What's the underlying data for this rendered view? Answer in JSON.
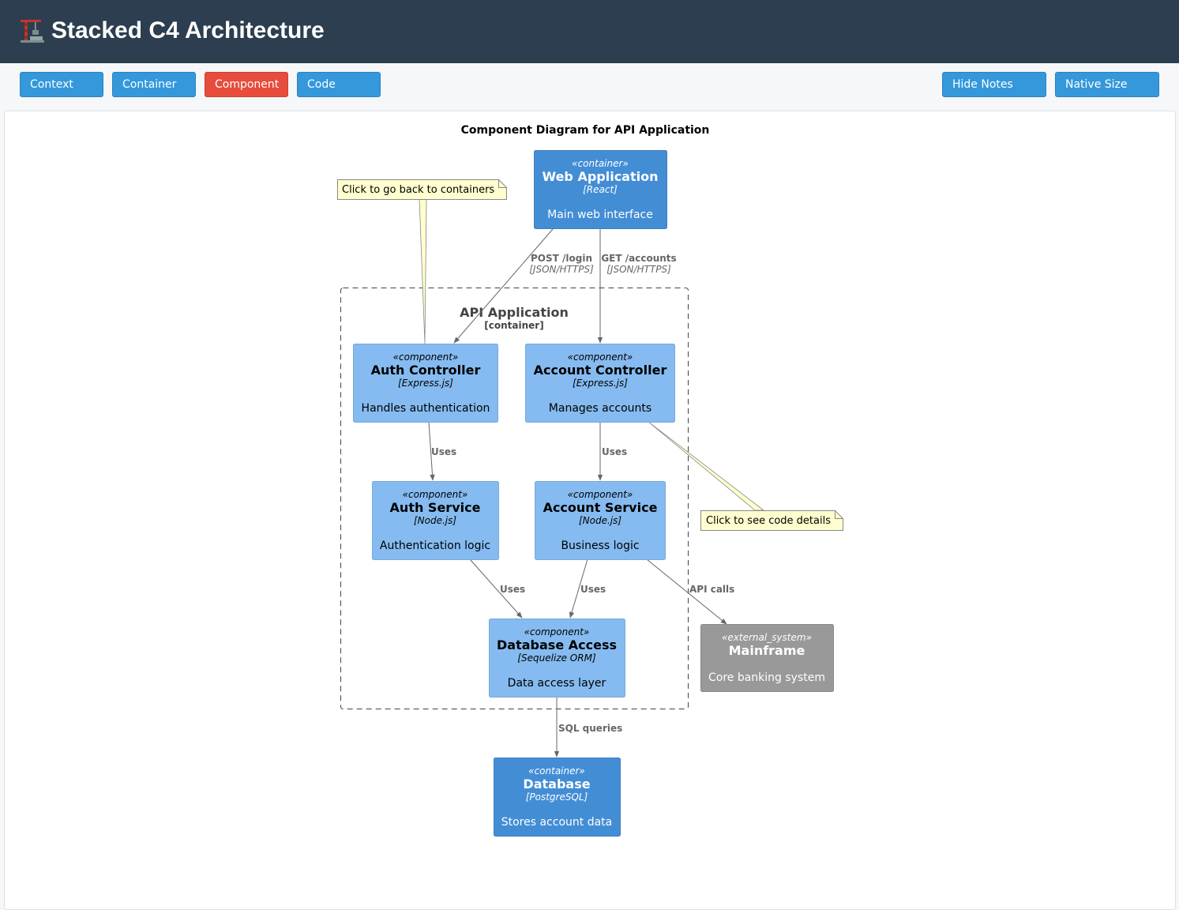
{
  "app": {
    "title": "Stacked C4 Architecture",
    "logo_icon": "crane-icon"
  },
  "toolbar": {
    "levels": [
      {
        "label": "Context",
        "active": false
      },
      {
        "label": "Container",
        "active": false
      },
      {
        "label": "Component",
        "active": true
      },
      {
        "label": "Code",
        "active": false
      }
    ],
    "hide_notes_label": "Hide Notes",
    "native_size_label": "Native Size"
  },
  "diagram": {
    "title": "Component Diagram for API Application",
    "boundary": {
      "name": "API Application",
      "type": "[container]"
    },
    "nodes": {
      "web_app": {
        "stereotype": "«container»",
        "name": "Web Application",
        "tech": "[React]",
        "desc": "Main web interface"
      },
      "auth_controller": {
        "stereotype": "«component»",
        "name": "Auth Controller",
        "tech": "[Express.js]",
        "desc": "Handles authentication"
      },
      "account_controller": {
        "stereotype": "«component»",
        "name": "Account Controller",
        "tech": "[Express.js]",
        "desc": "Manages accounts"
      },
      "auth_service": {
        "stereotype": "«component»",
        "name": "Auth Service",
        "tech": "[Node.js]",
        "desc": "Authentication logic"
      },
      "account_service": {
        "stereotype": "«component»",
        "name": "Account Service",
        "tech": "[Node.js]",
        "desc": "Business logic"
      },
      "database_access": {
        "stereotype": "«component»",
        "name": "Database Access",
        "tech": "[Sequelize ORM]",
        "desc": "Data access layer"
      },
      "mainframe": {
        "stereotype": "«external_system»",
        "name": "Mainframe",
        "desc": "Core banking system"
      },
      "database": {
        "stereotype": "«container»",
        "name": "Database",
        "tech": "[PostgreSQL]",
        "desc": "Stores account data"
      }
    },
    "relations": {
      "web_to_auth": {
        "label": "POST /login",
        "tech": "[JSON/HTTPS]"
      },
      "web_to_account": {
        "label": "GET /accounts",
        "tech": "[JSON/HTTPS]"
      },
      "authctrl_to_authsvc": {
        "label": "Uses"
      },
      "accctrl_to_accsvc": {
        "label": "Uses"
      },
      "authsvc_to_db": {
        "label": "Uses"
      },
      "accsvc_to_db": {
        "label": "Uses"
      },
      "accsvc_to_mainframe": {
        "label": "API calls"
      },
      "dbaccess_to_database": {
        "label": "SQL queries"
      }
    },
    "notes": {
      "back_to_containers": "Click to go back to containers",
      "see_code_details": "Click to see code details"
    },
    "colors": {
      "container": "#438dd5",
      "component": "#85bbf0",
      "external": "#999999",
      "note_fill": "#fefece",
      "active_button": "#e74c3c",
      "button": "#3498db"
    }
  }
}
